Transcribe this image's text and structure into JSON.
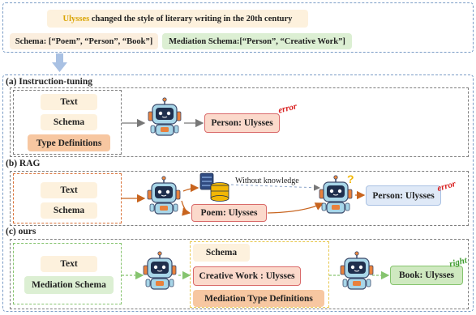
{
  "header": {
    "sentence_entity": "Ulysses",
    "sentence_rest": " changed the style of literary writing in the 20th century",
    "schema": "Schema: [“Poem”, “Person”, “Book”]",
    "mediation_schema": "Mediation Schema:[“Person”, “Creative Work”]"
  },
  "sections": {
    "a": {
      "title": "(a) Instruction-tuning",
      "inputs": [
        "Text",
        "Schema",
        "Type Definitions"
      ],
      "output": "Person: Ulysses",
      "verdict": "error"
    },
    "b": {
      "title": "(b) RAG",
      "inputs": [
        "Text",
        "Schema"
      ],
      "intermediate": "Poem: Ulysses",
      "note": "Without knowledge",
      "output": "Person: Ulysses",
      "verdict": "error"
    },
    "c": {
      "title": "(c) ours",
      "inputs": [
        "Text",
        "Mediation Schema"
      ],
      "middle": [
        "Schema",
        "Creative Work : Ulysses",
        "Mediation Type Definitions"
      ],
      "output": "Book: Ulysses",
      "verdict": "right"
    }
  },
  "colors": {
    "entity": "#d9a300",
    "error": "#d92020",
    "right": "#3f9b2e",
    "arrow_gray": "#777777",
    "arrow_orange": "#c8641e",
    "arrow_green": "#86c46f",
    "down_arrow": "#a9c1e3"
  }
}
